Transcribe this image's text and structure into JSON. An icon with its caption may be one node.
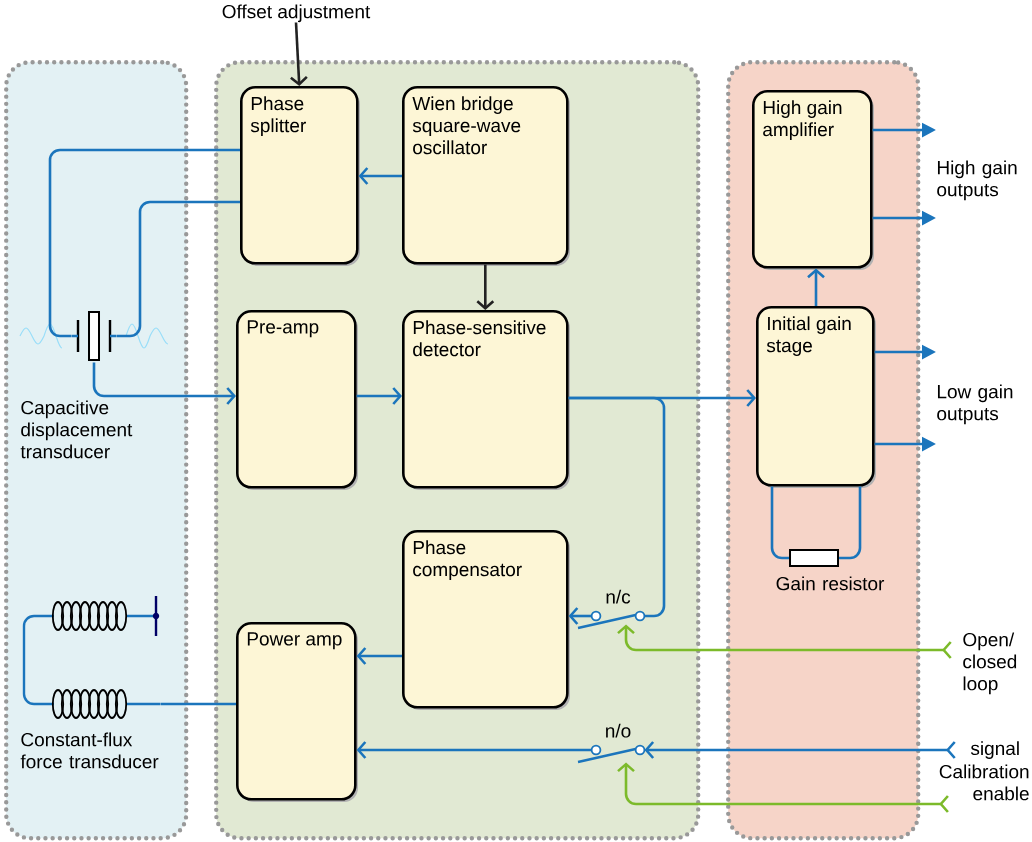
{
  "diagram": {
    "nodes": [
      {
        "text": [],
        "shape": "box"
      },
      {
        "text": [],
        "shape": "box"
      },
      {
        "text": [],
        "shape": "box"
      },
      {
        "text": [
          "Phase splitter"
        ],
        "in": 1
      },
      {
        "text": [
          "Wien bridge square-wave oscillator"
        ],
        "in": 1
      },
      {
        "text": [
          "Pre-amp"
        ],
        "in": 1
      },
      {
        "text": [
          "Phase-sensitive detector"
        ],
        "in": 1
      },
      {
        "text": [
          "Phase compensator"
        ],
        "in": 1
      },
      {
        "text": [
          "Power amp"
        ],
        "in": 1
      },
      {
        "text": [
          "High gain amplifier"
        ],
        "in": 2
      },
      {
        "text": [
          "Initial gain stage"
        ],
        "in": 2
      },
      {
        "text": [],
        "shape": "capacitor",
        "in": 0,
        "beside": [
          "Capacitive displacement transducer"
        ]
      },
      {
        "text": [],
        "shape": "coil",
        "in": 0,
        "beside": [
          "Constant-flux force transducer"
        ]
      },
      {
        "text": [],
        "shape": "resistor",
        "in": 2,
        "beside": [
          "Gain resistor"
        ]
      },
      {
        "text": [
          "Offset adjustment"
        ]
      },
      {
        "text": [],
        "shape": "switch",
        "in": 1,
        "beside": [
          "n/c"
        ]
      },
      {
        "text": [],
        "shape": "switch",
        "in": 1,
        "beside": [
          "n/o"
        ]
      },
      {
        "text": [
          "Open/ closed loop"
        ]
      },
      {
        "text": [
          "Calibration enable"
        ]
      },
      {
        "text": [
          "signal"
        ]
      },
      {
        "text": [
          "High gain outputs"
        ]
      },
      {
        "text": [
          "Low gain outputs"
        ]
      }
    ],
    "edges": [
      {
        "from": 14,
        "to": 3,
        "arrow": "to",
        "color": "#222222"
      },
      {
        "from": 4,
        "to": 3,
        "arrow": "to"
      },
      {
        "from": 4,
        "to": 6,
        "arrow": "to",
        "color": "#222222"
      },
      {
        "from": 3,
        "to": 11,
        "arrow": "none"
      },
      {
        "from": 3,
        "to": 11,
        "arrow": "none"
      },
      {
        "from": 11,
        "to": 5,
        "arrow": "to"
      },
      {
        "from": 5,
        "to": 6,
        "arrow": "to"
      },
      {
        "from": 6,
        "to": 10,
        "arrow": "to"
      },
      {
        "from": 6,
        "to": 15,
        "arrow": "none"
      },
      {
        "from": 15,
        "to": 7,
        "arrow": "to"
      },
      {
        "from": 7,
        "to": 8,
        "arrow": "to"
      },
      {
        "from": 10,
        "to": 9,
        "arrow": "to"
      },
      {
        "from": 9,
        "to": 20,
        "arrow": "to"
      },
      {
        "from": 9,
        "to": 20,
        "arrow": "to"
      },
      {
        "from": 10,
        "to": 21,
        "arrow": "to"
      },
      {
        "from": 10,
        "to": 21,
        "arrow": "to"
      },
      {
        "from": 10,
        "to": 13,
        "arrow": "none"
      },
      {
        "from": 13,
        "to": 10,
        "arrow": "none"
      },
      {
        "from": 8,
        "to": 12,
        "arrow": "none"
      },
      {
        "from": 17,
        "to": 15,
        "arrow": "to",
        "color": "#7cba2a"
      },
      {
        "from": 18,
        "to": 16,
        "arrow": "to",
        "color": "#7cba2a"
      },
      {
        "from": 19,
        "to": 16,
        "arrow": "to"
      },
      {
        "from": 16,
        "to": 8,
        "arrow": "to"
      }
    ]
  }
}
